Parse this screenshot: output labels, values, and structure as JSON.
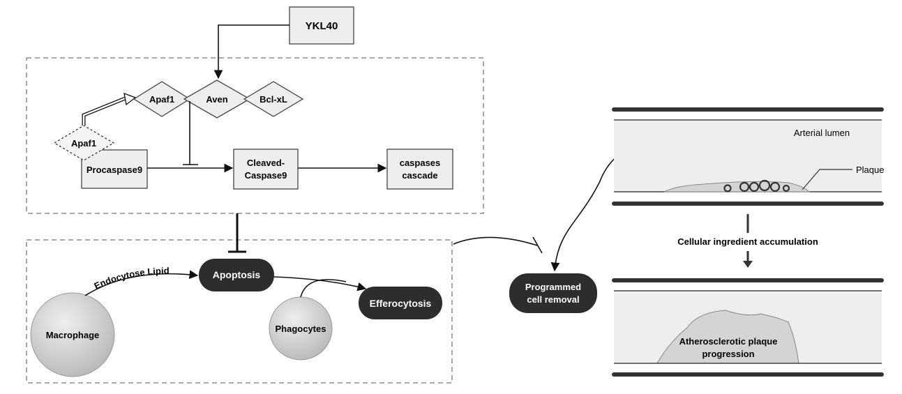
{
  "nodes": {
    "ykl40": "YKL40",
    "apaf1_top": "Apaf1",
    "aven": "Aven",
    "bclxl": "Bcl-xL",
    "apaf1_bottom": "Apaf1",
    "procaspase9": "Procaspase9",
    "cleaved_caspase9": [
      "Cleaved-",
      "Caspase9"
    ],
    "caspases_cascade": [
      "caspases",
      "cascade"
    ],
    "apoptosis": "Apoptosis",
    "efferocytosis": "Efferocytosis",
    "macrophage": "Macrophage",
    "phagocytes": "Phagocytes",
    "programmed_cell_removal": [
      "Programmed",
      "cell removal"
    ]
  },
  "edge_labels": {
    "endocytose_lipid": "Endocytose Lipid",
    "cellular_accumulation": "Cellular ingredient accumulation"
  },
  "artery": {
    "top_label": "Arterial lumen",
    "plaque_label": "Plaque",
    "progression_label": [
      "Atherosclerotic plaque",
      "progression"
    ]
  },
  "colors": {
    "box_fill": "#eeeeee",
    "dark_node": "#2d2d2d",
    "dashed_border": "#777777"
  }
}
